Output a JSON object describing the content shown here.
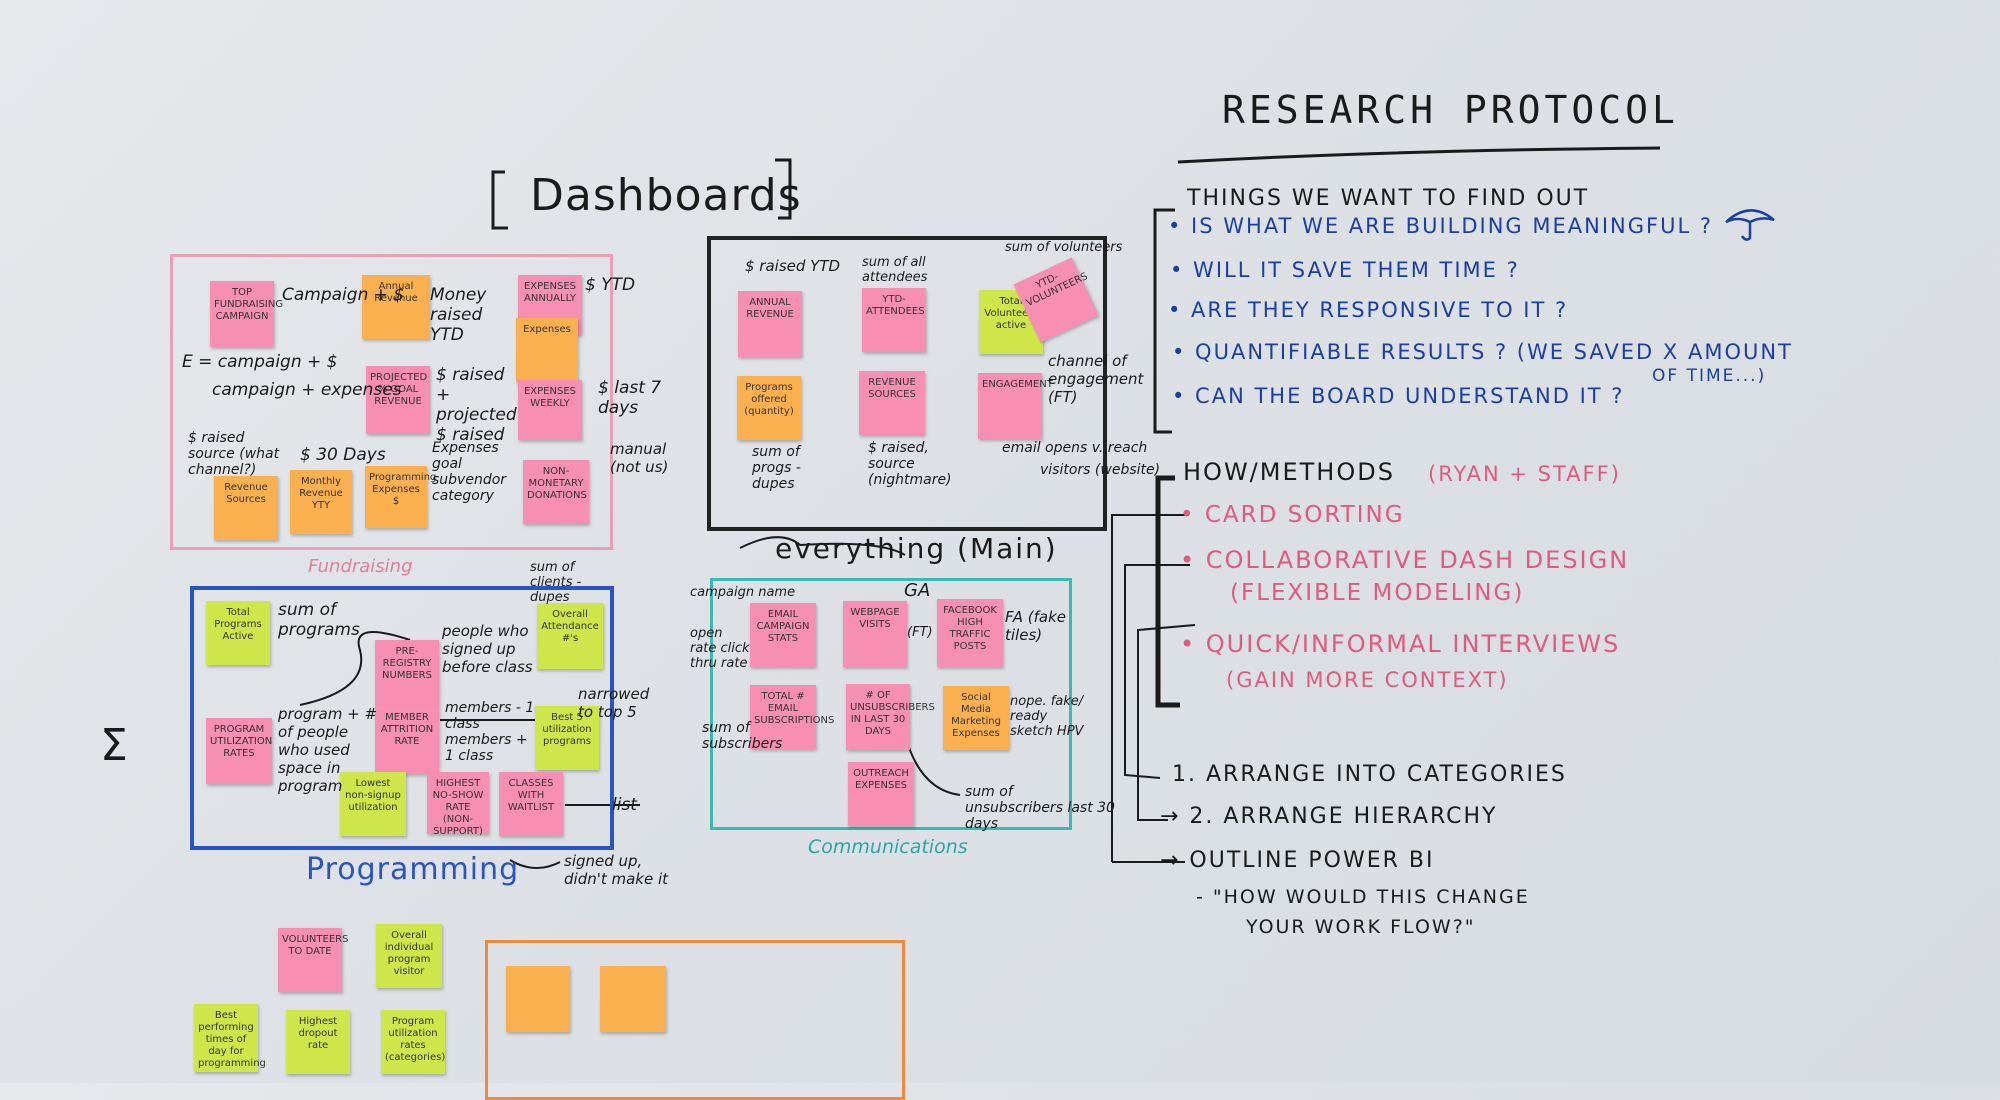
{
  "heading": {
    "title": "Dashboards",
    "protocol_title": "RESEARCH PROTOCOL"
  },
  "colors": {
    "board": "#dde1e5",
    "ink": "#1a1a1a",
    "blue_ink": "#1b3fa0",
    "red_ink": "#e05a7e",
    "fundraising_frame": "#e8a0b4",
    "programming_frame": "#2a55c0",
    "communications_frame": "#3bb7b4",
    "bottom_frame": "#f08a3a",
    "sticky_pink": "#f78fb3",
    "sticky_orange": "#fbb04f",
    "sticky_lime": "#cfe64a"
  },
  "fundraising": {
    "label": "Fundraising",
    "stickies": [
      "TOP FUNDRAISING CAMPAIGN",
      "Annual Revenue",
      "EXPENSES ANNUALLY",
      "Expenses",
      "PROJECTED % GOAL REVENUE",
      "EXPENSES WEEKLY",
      "Revenue Sources",
      "Monthly Revenue YTY",
      "Programming Expenses $",
      "NON-MONETARY DONATIONS"
    ],
    "notes": {
      "campaign": "Campaign + $",
      "equation": "E = campaign + $",
      "campaign_expenses": "campaign + expenses",
      "money_raised": "Money raised YTD",
      "ytd": "$ YTD",
      "raised_projected": "$ raised + projected $ raised",
      "last_7": "$ last 7 days",
      "raised_source": "$ raised source (what channel?)",
      "thirty_days": "$ 30 Days",
      "expenses_goal": "Expenses goal subvendor category",
      "manual": "manual (not us)"
    }
  },
  "everything": {
    "label": "everything (Main)",
    "stickies": [
      "ANNUAL REVENUE",
      "YTD-ATTENDEES",
      "Total Volunteers active",
      "YTD-VOLUNTEERS",
      "Programs offered (quantity)",
      "REVENUE SOURCES",
      "ENGAGEMENT"
    ],
    "notes": {
      "raised_ytd": "$ raised YTD",
      "sum_attendees": "sum of all attendees",
      "sum_volunteers": "sum of volunteers",
      "channel": "channel of engagement (FT)",
      "sum_progs": "sum of progs - dupes",
      "raised_source": "$ raised, source (nightmare)",
      "opens": "email opens v. reach",
      "visitors": "visitors (website)"
    }
  },
  "programming": {
    "label": "Programming",
    "stickies": [
      "Total Programs Active",
      "PRE-REGISTRY NUMBERS",
      "Overall Attendance #'s",
      "PROGRAM UTILIZATION RATES",
      "MEMBER ATTRITION RATE",
      "Best 5 utilization programs",
      "Lowest non-signup utilization",
      "HIGHEST NO-SHOW RATE (NON-SUPPORT)",
      "CLASSES WITH WAITLIST"
    ],
    "notes": {
      "sum_programs": "sum of programs",
      "sum_clients": "sum of clients - dupes",
      "people_signed": "people who signed up before class",
      "program_people": "program + # of people who used space in program",
      "members_class": "members - 1 class members + 1 class",
      "narrowed": "narrowed to top 5",
      "list": "list",
      "signed_up": "signed up, didn't make it",
      "sigma": "Σ"
    }
  },
  "communications": {
    "label": "Communications",
    "stickies": [
      "EMAIL CAMPAIGN STATS",
      "WEBPAGE VISITS",
      "FACEBOOK HIGH TRAFFIC POSTS",
      "TOTAL # EMAIL SUBSCRIPTIONS",
      "# OF UNSUBSCRIBERS IN LAST 30 DAYS",
      "Social Media Marketing Expenses",
      "OUTREACH EXPENSES"
    ],
    "notes": {
      "campaign_name": "campaign name",
      "open_rate": "open rate click thru rate",
      "ga": "GA",
      "ft": "(FT)",
      "fa": "FA (fake tiles)",
      "sum_subscribers": "sum of subscribers",
      "nope": "nope. fake/ ready sketch HPV",
      "sum_unsub": "sum of unsubscribers last 30 days"
    }
  },
  "bottom_stickies": [
    "VOLUNTEERS TO DATE",
    "Overall individual program visitor",
    "Best performing times of day for programming",
    "Highest dropout rate",
    "Program utilization rates (categories)"
  ],
  "research": {
    "things_heading": "THINGS WE WANT TO FIND OUT",
    "questions": [
      "• IS WHAT WE ARE BUILDING MEANINGFUL ?",
      "• WILL IT SAVE THEM TIME ?",
      "• ARE THEY RESPONSIVE TO IT ?",
      "• QUANTIFIABLE RESULTS ? (WE SAVED X AMOUNT",
      "OF TIME...)",
      "• CAN THE BOARD UNDERSTAND IT ?"
    ],
    "how_heading": "HOW/METHODS",
    "how_who": "(RYAN + STAFF)",
    "methods": [
      "• CARD SORTING",
      "• COLLABORATIVE DASH DESIGN",
      "(FLEXIBLE MODELING)",
      "• QUICK/INFORMAL INTERVIEWS",
      "(GAIN MORE CONTEXT)"
    ],
    "steps": [
      "1. ARRANGE INTO CATEGORIES",
      "→ 2. ARRANGE HIERARCHY",
      "→ OUTLINE POWER BI",
      "- \"HOW WOULD THIS CHANGE",
      "YOUR WORK FLOW?\""
    ]
  }
}
